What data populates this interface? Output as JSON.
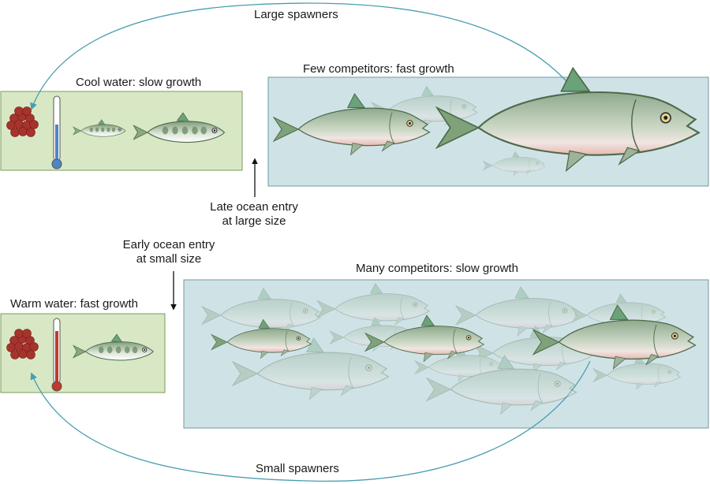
{
  "labels": {
    "large_spawners": "Large spawners",
    "small_spawners": "Small spawners",
    "cool_water": "Cool water: slow growth",
    "warm_water": "Warm water: fast growth",
    "few_competitors": "Few competitors: fast growth",
    "many_competitors": "Many competitors: slow growth",
    "late_entry_line1": "Late ocean entry",
    "late_entry_line2": "at large size",
    "early_entry_line1": "Early ocean entry",
    "early_entry_line2": "at small size"
  },
  "colors": {
    "freshwater_panel": "#d8e8c4",
    "ocean_panel": "#cfe3e7",
    "cycle_arrow": "#4a9db0",
    "eggs": "#a8332c",
    "thermometer_cool": "#4f86c6",
    "thermometer_warm": "#c0392b",
    "fish_body": "#9fb39a",
    "fish_fin": "#6aa27a"
  }
}
